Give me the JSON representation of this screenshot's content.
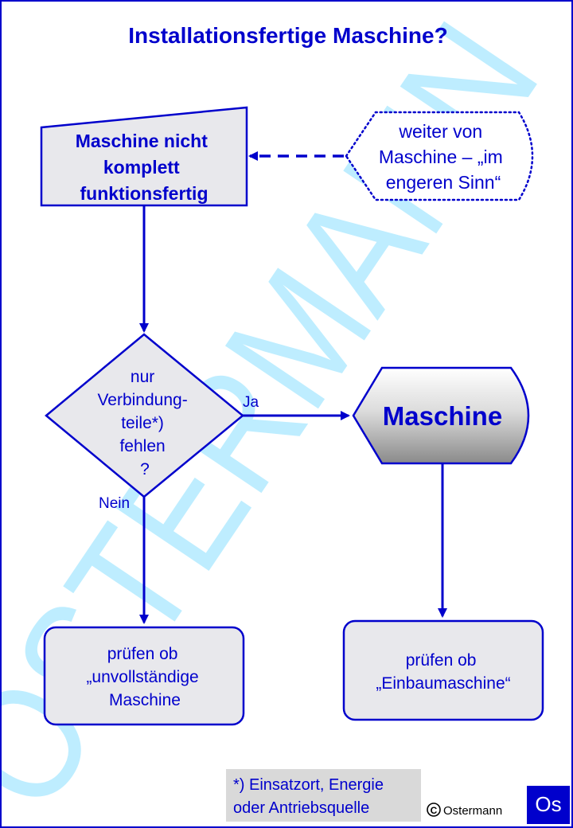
{
  "title": "Installationsfertige Maschine?",
  "watermark": "OSTERMANN",
  "nodes": {
    "start": {
      "lines": [
        "Maschine nicht",
        "komplett",
        "funktionsfertig"
      ]
    },
    "continue_from": {
      "lines": [
        "weiter von",
        "Maschine – „im",
        "engeren Sinn“"
      ]
    },
    "decision": {
      "lines": [
        "nur",
        "Verbindung-",
        "teile*)",
        "fehlen",
        "?"
      ]
    },
    "machine": {
      "label": "Maschine"
    },
    "check_incomplete": {
      "lines": [
        "prüfen ob",
        "„unvollständige",
        "Maschine"
      ]
    },
    "check_installation": {
      "lines": [
        "prüfen ob",
        "„Einbaumaschine“"
      ]
    }
  },
  "edges": {
    "yes_label": "Ja",
    "no_label": "Nein"
  },
  "footnote": {
    "lines": [
      "*) Einsatzort, Energie",
      "oder Antriebsquelle"
    ]
  },
  "copyright": {
    "symbol": "C",
    "name": "Ostermann"
  },
  "logo": "Os",
  "colors": {
    "border": "#0000cc",
    "title": "#0000cc",
    "text": "#0000cc",
    "box_fill": "#e8e8ec",
    "watermark": "#b3ebff",
    "footnote_fill": "#d9d9d9",
    "logo_fill": "#0000cc"
  }
}
